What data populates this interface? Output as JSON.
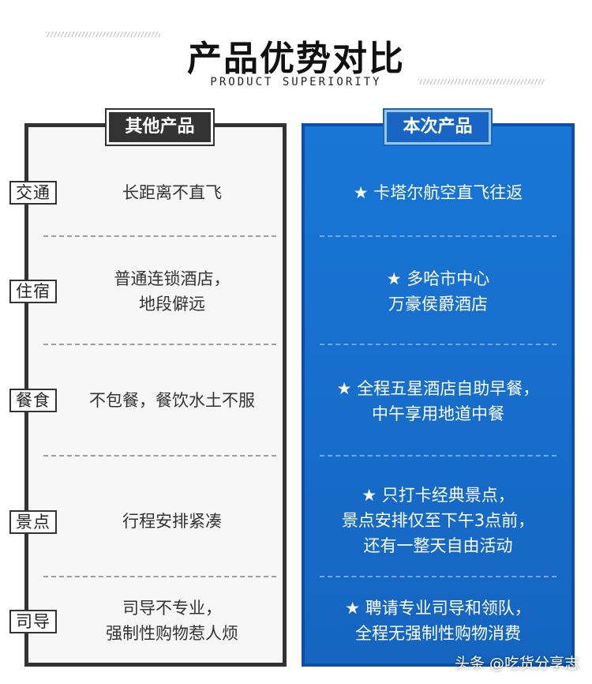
{
  "title": "产品优势对比",
  "subtitle": "PRODUCT SUPERIORITY",
  "left_header": "其他产品",
  "right_header": "本次产品",
  "rows": [
    {
      "label": "交通",
      "other": [
        "长距离不直飞"
      ],
      "ours": [
        "★ 卡塔尔航空直飞往返"
      ]
    },
    {
      "label": "住宿",
      "other": [
        "普通连锁酒店，",
        "地段僻远"
      ],
      "ours": [
        "★ 多哈市中心",
        "万豪侯爵酒店"
      ]
    },
    {
      "label": "餐食",
      "other": [
        "不包餐，餐饮水土不服"
      ],
      "ours": [
        "★ 全程五星酒店自助早餐，",
        "中午享用地道中餐"
      ]
    },
    {
      "label": "景点",
      "other": [
        "行程安排紧凑"
      ],
      "ours": [
        "★ 只打卡经典景点，",
        "景点安排仅至下午3点前，",
        "还有一整天自由活动"
      ]
    },
    {
      "label": "司导",
      "other": [
        "司导不专业，",
        "强制性购物惹人烦"
      ],
      "ours": [
        "★ 聘请专业司导和领队，",
        "全程无强制性购物消费"
      ]
    }
  ],
  "watermark": "头条 @吃货分享志",
  "colors": {
    "left_border": "#333333",
    "right_panel": "#1766c6",
    "right_text": "#ffffff"
  }
}
